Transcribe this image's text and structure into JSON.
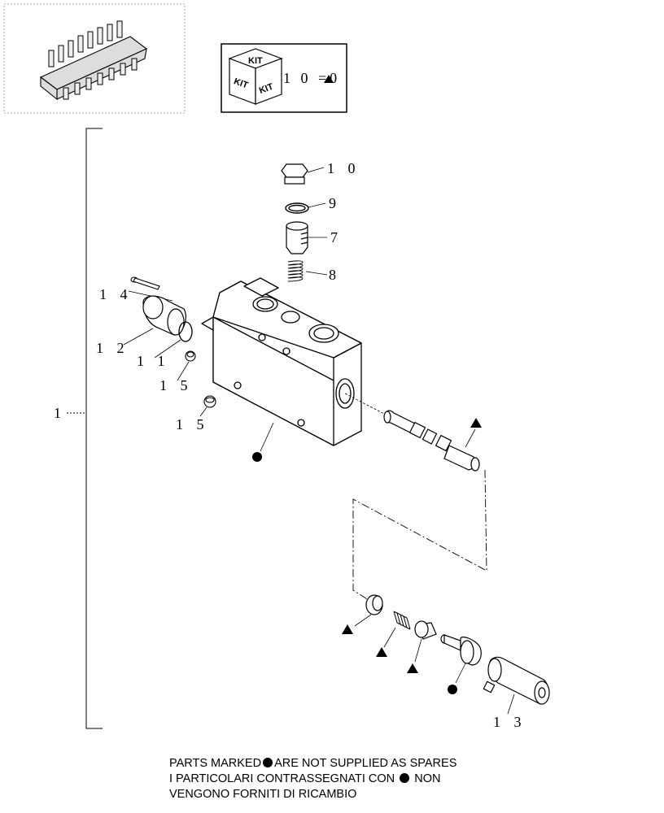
{
  "kit": {
    "face_text": "KIT",
    "ref_label": "1 0 =0"
  },
  "callouts": {
    "assembly": "1",
    "p7": "7",
    "p8": "8",
    "p9": "9",
    "p10": "1 0",
    "p11": "1 1",
    "p12": "1 2",
    "p13": "1 3",
    "p14": "1 4",
    "p15a": "1 5",
    "p15b": "1 5"
  },
  "footnote": {
    "line1_a": "PARTS MARKED",
    "line1_b": "ARE NOT SUPPLIED AS SPARES",
    "line2_a": "I PARTICOLARI CONTRASSEGNATI CON",
    "line2_b": "NON",
    "line3": "VENGONO FORNITI DI RICAMBIO"
  }
}
